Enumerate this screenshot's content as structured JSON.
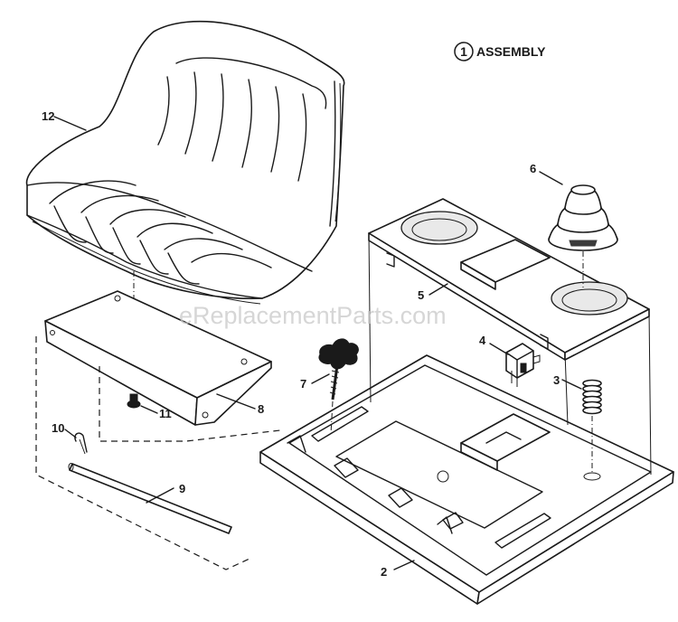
{
  "assembly": {
    "number": "1",
    "title": "ASSEMBLY"
  },
  "watermark": "eReplacementParts.com",
  "callouts": [
    {
      "id": "12"
    },
    {
      "id": "6"
    },
    {
      "id": "5"
    },
    {
      "id": "4"
    },
    {
      "id": "3"
    },
    {
      "id": "7"
    },
    {
      "id": "11"
    },
    {
      "id": "8"
    },
    {
      "id": "10"
    },
    {
      "id": "9"
    },
    {
      "id": "2"
    }
  ]
}
